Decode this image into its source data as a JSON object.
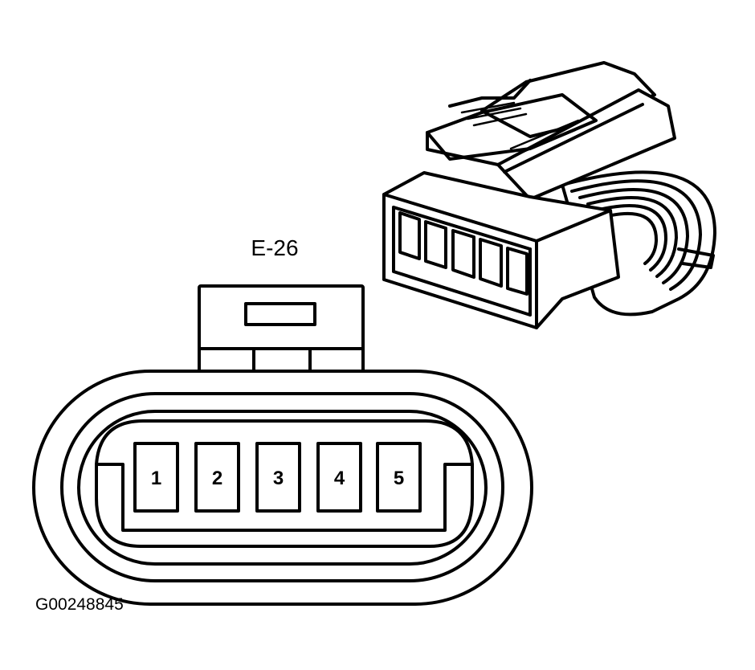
{
  "connector_label": "E-26",
  "figure_id": "G00248845",
  "pins": [
    "1",
    "2",
    "3",
    "4",
    "5"
  ],
  "colors": {
    "line": "#000000",
    "background": "#ffffff"
  }
}
